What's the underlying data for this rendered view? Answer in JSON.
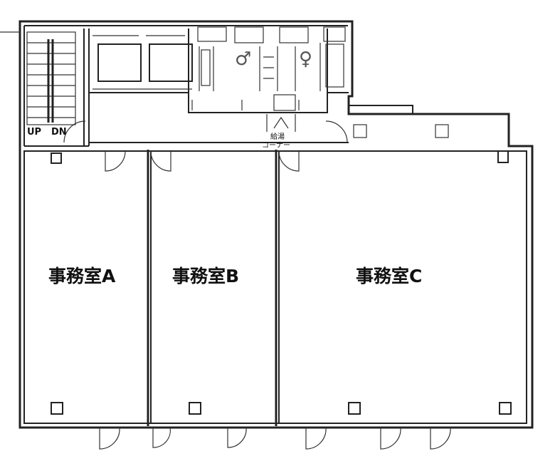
{
  "rooms": [
    {
      "label": "事務室A"
    },
    {
      "label": "事務室B"
    },
    {
      "label": "事務室C"
    }
  ],
  "stairs": {
    "up": "UP",
    "down": "DN"
  },
  "kitchen": {
    "line1": "給湯",
    "line2": "コーナー"
  },
  "icons": [
    "male-toilet-icon",
    "female-toilet-icon",
    "elevator-icon",
    "column-icon",
    "door-icon"
  ]
}
